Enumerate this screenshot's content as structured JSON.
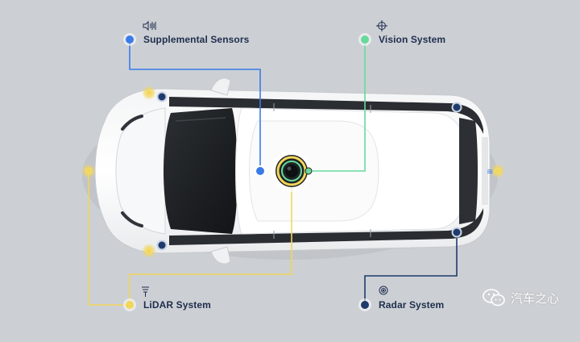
{
  "labels": {
    "supplemental_sensors": "Supplemental Sensors",
    "vision_system": "Vision System",
    "lidar_system": "LiDAR System",
    "radar_system": "Radar System"
  },
  "icons": {
    "supplemental_sensors": "speaker-waves-icon",
    "vision_system": "target-crosshair-icon",
    "lidar_system": "signal-beam-icon",
    "radar_system": "radar-rings-icon",
    "watermark": "chat-bubble-icon"
  },
  "watermark": {
    "text": "汽车之心"
  },
  "colors": {
    "background": "#ccd0d4",
    "supplemental": "#3b7be8",
    "vision": "#67d99b",
    "lidar": "#f2d65a",
    "radar": "#1f3b6b",
    "label_text": "#1f2d4d"
  }
}
